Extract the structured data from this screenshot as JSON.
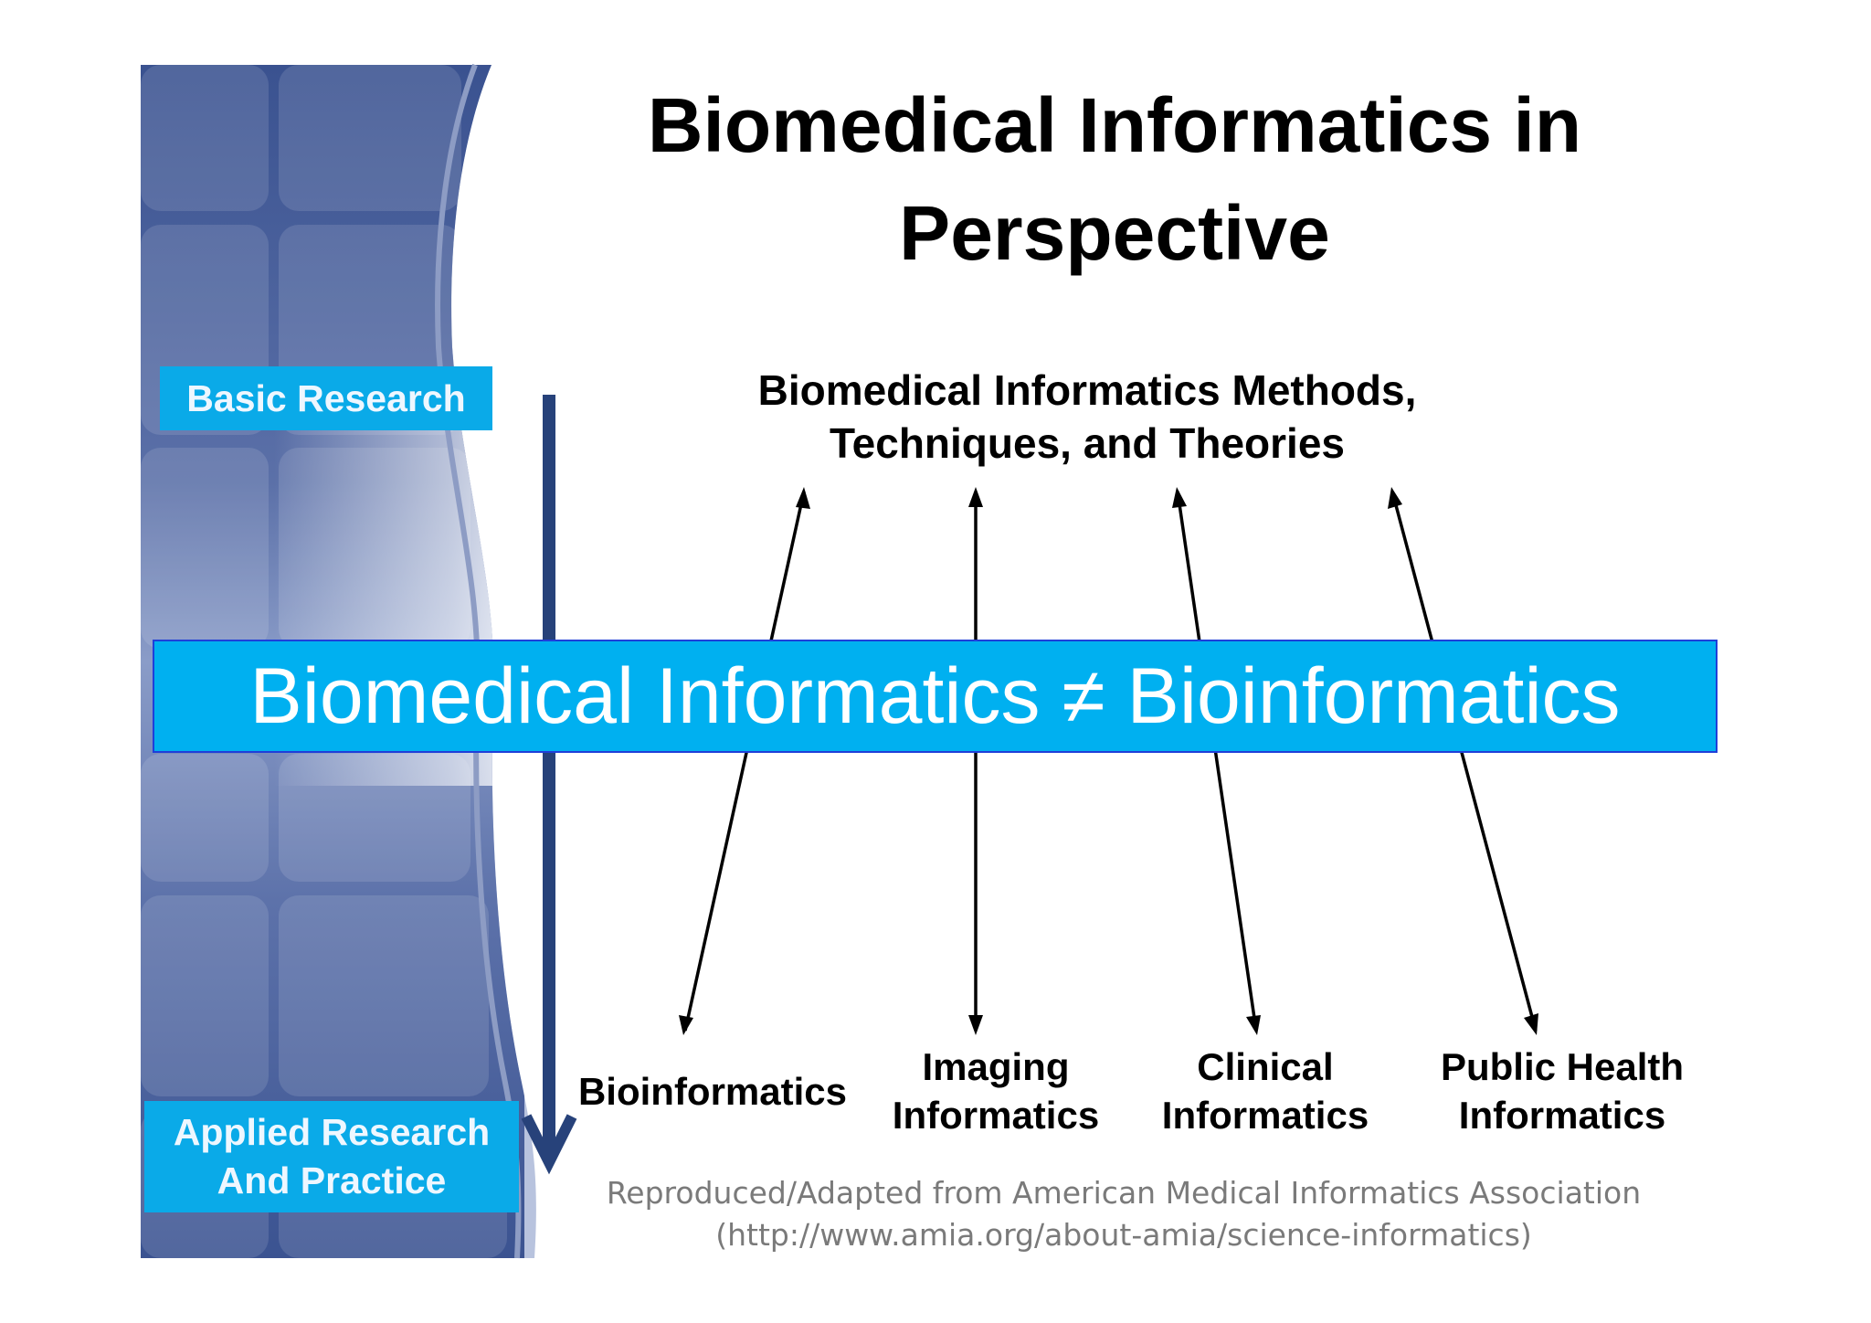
{
  "title_line1": "Biomedical Informatics in",
  "title_line2": "Perspective",
  "methods_line1": "Biomedical Informatics Methods,",
  "methods_line2": "Techniques, and Theories",
  "basic_research": "Basic Research",
  "applied_line1": "Applied Research",
  "applied_line2": "And Practice",
  "banner": "Biomedical Informatics ≠ Bioinformatics",
  "areas": {
    "bioinformatics": "Bioinformatics",
    "imaging_line1": "Imaging",
    "imaging_line2": "Informatics",
    "clinical_line1": "Clinical",
    "clinical_line2": "Informatics",
    "public_line1": "Public Health",
    "public_line2": "Informatics"
  },
  "credit_line1": "Reproduced/Adapted from American Medical Informatics Association",
  "credit_line2": "(http://www.amia.org/about-amia/science-informatics)",
  "colors": {
    "sidebar": "#3d5591",
    "tag": "#0aaae8",
    "banner": "#00b0f0",
    "banner_border": "#1f3fd9",
    "axis": "#27427a"
  }
}
